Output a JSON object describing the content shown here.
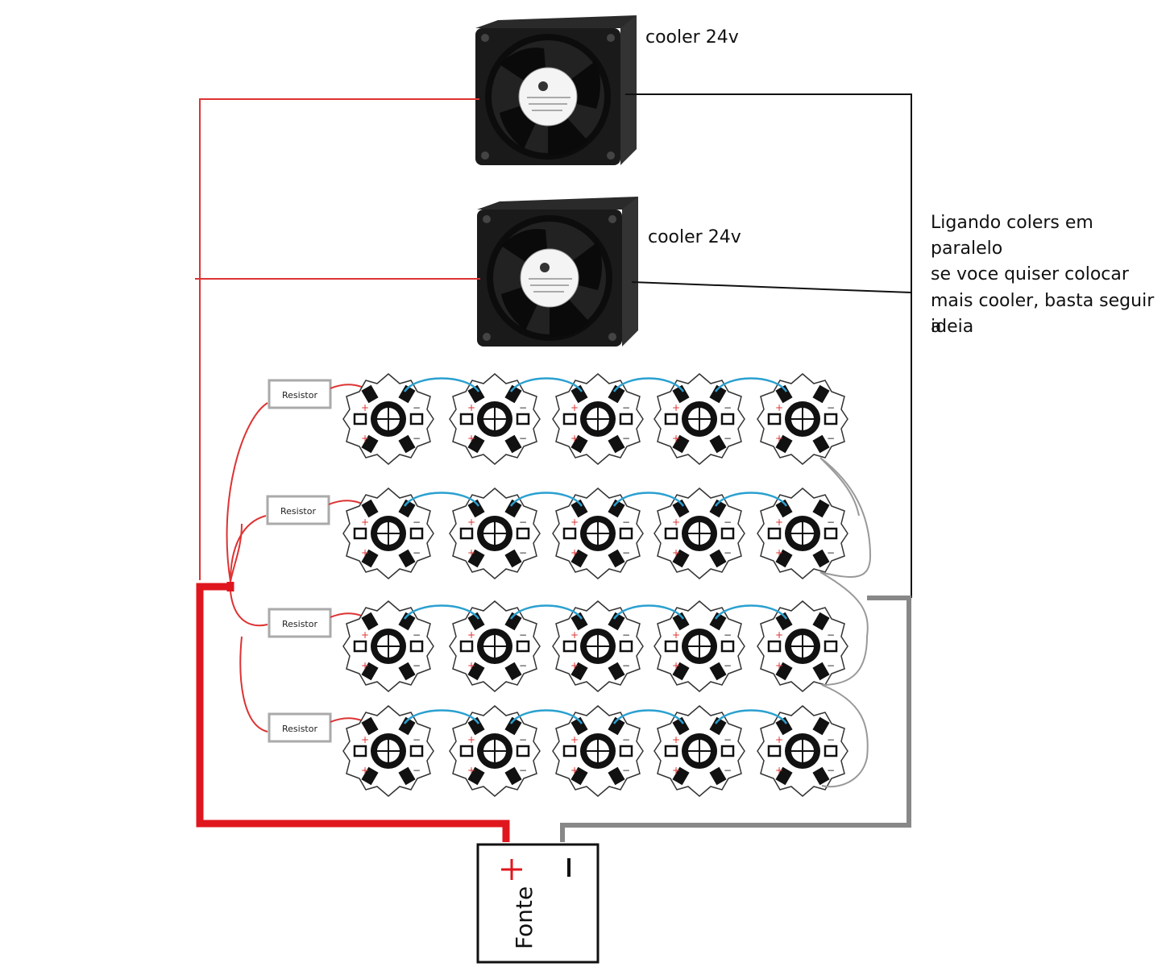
{
  "fans": [
    {
      "label": "cooler 24v"
    },
    {
      "label": "cooler 24v"
    }
  ],
  "notes": {
    "title": "Ligando colers em paralelo",
    "line1": "se voce quiser colocar",
    "line2": "mais cooler, basta seguir a",
    "line3": "ideia"
  },
  "resistors": [
    "Resistor",
    "Resistor",
    "Resistor",
    "Resistor"
  ],
  "led_grid": {
    "rows": 4,
    "cols": 5
  },
  "power_supply": {
    "label": "Fonte",
    "plus_symbol": "+",
    "minus_symbol": "I"
  },
  "colors": {
    "positive_wire": "#e0161e",
    "negative_wire": "#888888",
    "led_link_wire": "#2aa0d0",
    "signal_wire": "#000000",
    "resistor_border": "#aaaaaa"
  }
}
